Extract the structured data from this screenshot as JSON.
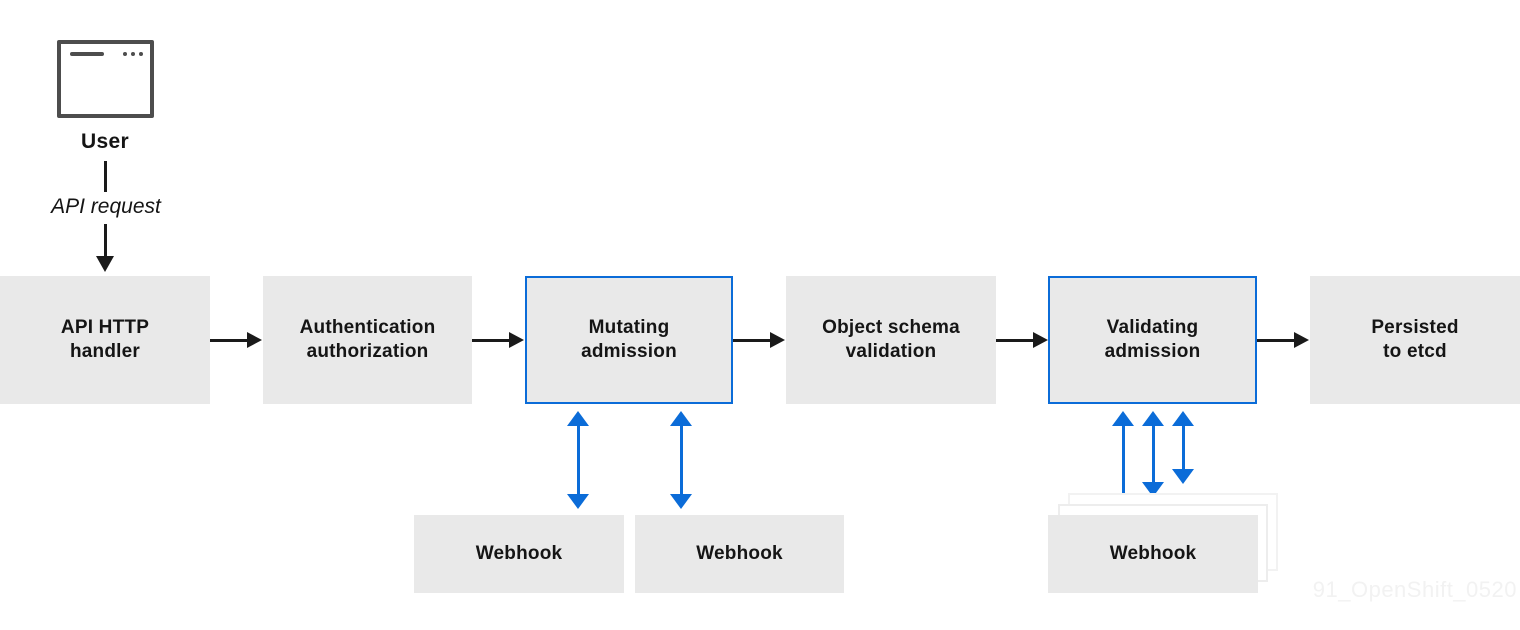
{
  "colors": {
    "accent_blue": "#0b6cd8",
    "box_gray": "#e9e9e9",
    "arrow_black": "#1a1a1a",
    "icon_gray": "#4d4d4d",
    "watermark_gray": "#f2f2f2"
  },
  "user": {
    "label": "User",
    "request_label": "API request"
  },
  "flow_nodes": [
    {
      "lines": [
        "API HTTP",
        "handler"
      ],
      "type": "default"
    },
    {
      "lines": [
        "Authentication",
        "authorization"
      ],
      "type": "default"
    },
    {
      "lines": [
        "Mutating",
        "admission"
      ],
      "type": "webhook-enabled"
    },
    {
      "lines": [
        "Object schema",
        "validation"
      ],
      "type": "default"
    },
    {
      "lines": [
        "Validating",
        "admission"
      ],
      "type": "webhook-enabled"
    },
    {
      "lines": [
        "Persisted",
        "to etcd"
      ],
      "type": "default"
    }
  ],
  "webhooks": [
    {
      "label": "Webhook"
    },
    {
      "label": "Webhook"
    },
    {
      "label": "Webhook"
    }
  ],
  "watermark": "91_OpenShift_0520"
}
